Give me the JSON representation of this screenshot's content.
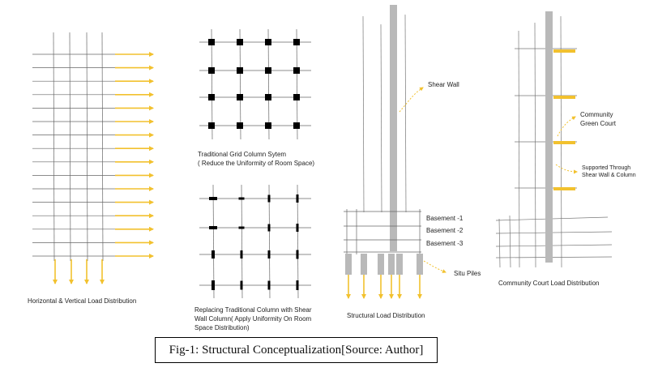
{
  "panels": {
    "horizontal_vertical": {
      "label": "Horizontal & Vertical Load Distribution"
    },
    "grid_column": {
      "label_line1": "Traditional Grid Column Sytem",
      "label_line2": "( Reduce the Uniformity of Room Space)"
    },
    "shear_wall_column": {
      "label_line1": "Replacing Traditional Column with Shear",
      "label_line2": "Wall Column( Apply Uniformity On Room",
      "label_line3": "Space Distribution)"
    },
    "structural": {
      "label": "Structural Load Distribution",
      "shear_wall": "Shear Wall",
      "basements": [
        "Basement -1",
        "Basement -2",
        "Basement -3"
      ],
      "situ_piles": "Situ Piles"
    },
    "community_court": {
      "label": "Community Court Load Distribution",
      "green_court_line1": "Community",
      "green_court_line2": "Green Court",
      "support_line1": "Supported Through",
      "support_line2": "Shear Wall & Column"
    }
  },
  "caption": "Fig-1: Structural Conceptualization[Source: Author]",
  "colors": {
    "arrow": "#f2c12e",
    "wall": "#b9b9b9",
    "line": "#555555",
    "column": "#000000"
  }
}
